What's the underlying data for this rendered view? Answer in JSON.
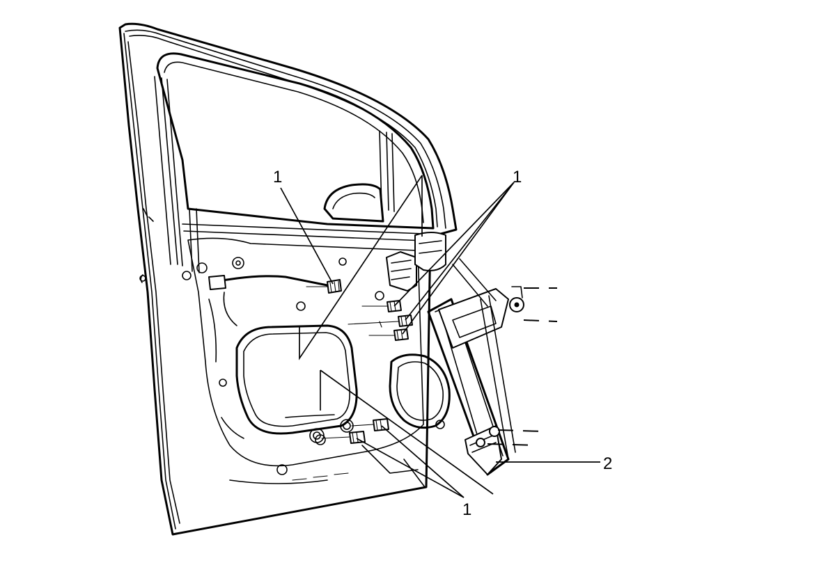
{
  "callouts": {
    "fasteners_upper_left": "1",
    "fasteners_upper_right": "1",
    "fasteners_lower": "1",
    "window_regulator": "2"
  }
}
